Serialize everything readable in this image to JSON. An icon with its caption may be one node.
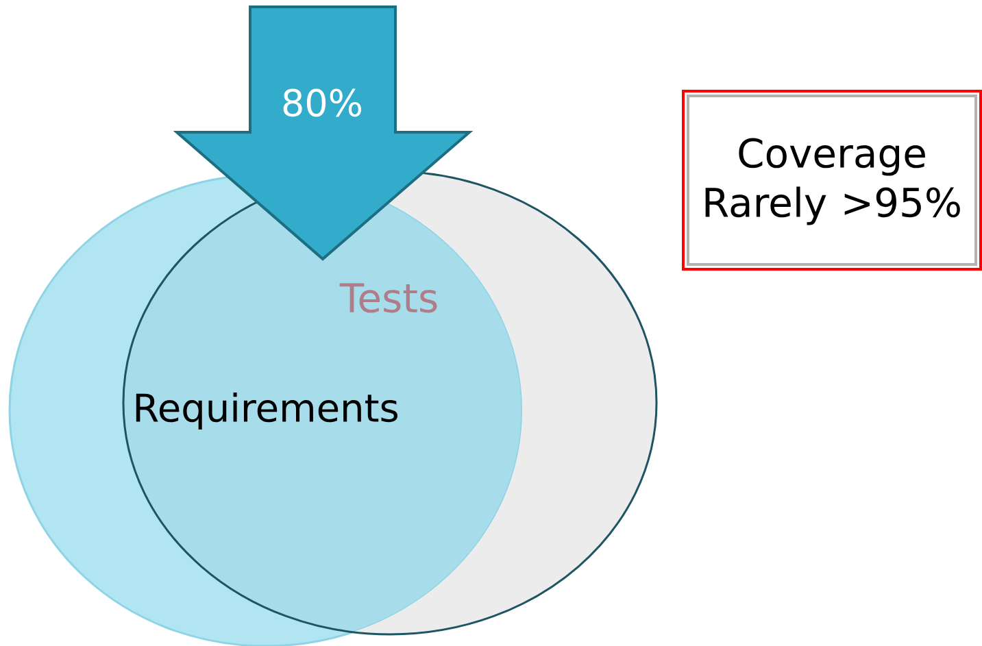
{
  "diagram": {
    "nodes": [
      {
        "text": [
          "Tests"
        ]
      },
      {
        "text": [
          "Requirements"
        ]
      },
      {
        "text": [
          "80%"
        ]
      },
      {
        "text": [
          "Coverage Rarely >95%"
        ]
      }
    ]
  }
}
